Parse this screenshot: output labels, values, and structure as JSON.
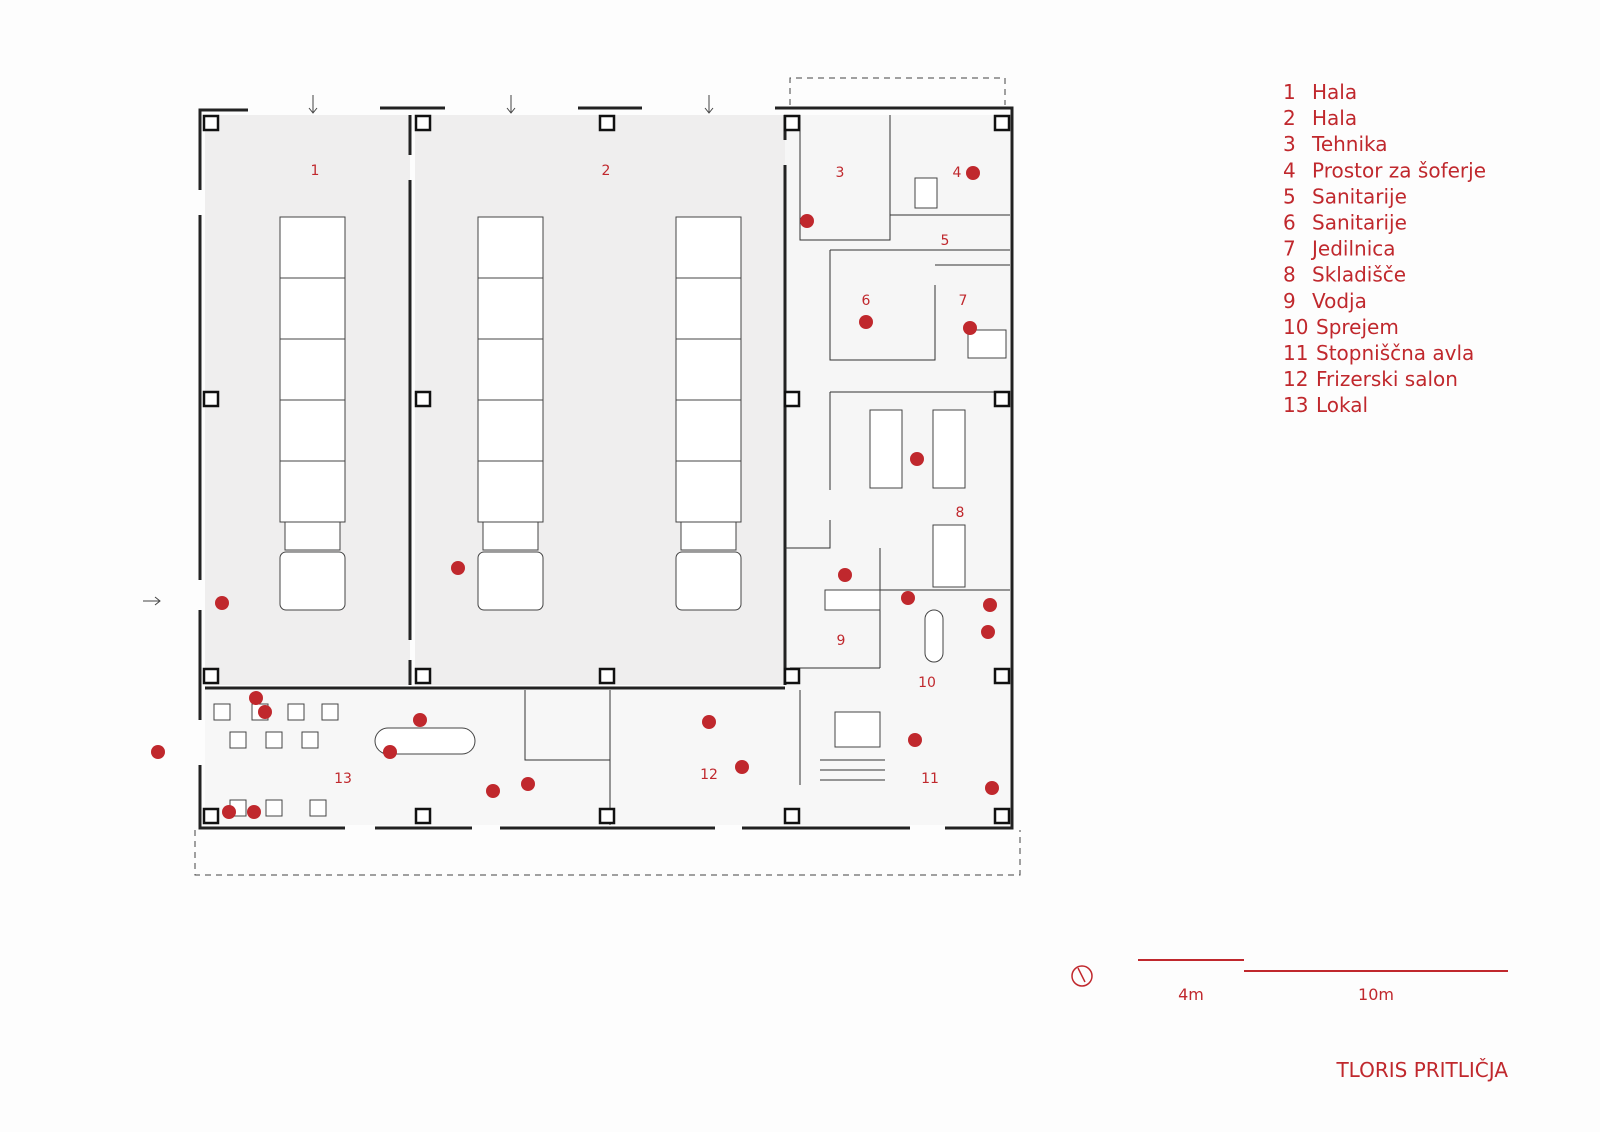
{
  "title": "TLORIS PRITLIČJA",
  "rooms": [
    {
      "num": "1",
      "name": "Hala"
    },
    {
      "num": "2",
      "name": "Hala"
    },
    {
      "num": "3",
      "name": "Tehnika"
    },
    {
      "num": "4",
      "name": "Prostor za šoferje"
    },
    {
      "num": "5",
      "name": "Sanitarije"
    },
    {
      "num": "6",
      "name": "Sanitarije"
    },
    {
      "num": "7",
      "name": "Jedilnica"
    },
    {
      "num": "8",
      "name": "Skladišče"
    },
    {
      "num": "9",
      "name": "Vodja"
    },
    {
      "num": "10",
      "name": "Sprejem"
    },
    {
      "num": "11",
      "name": "Stopniščna avla"
    },
    {
      "num": "12",
      "name": "Frizerski salon"
    },
    {
      "num": "13",
      "name": "Lokal"
    }
  ],
  "scale": {
    "short_label": "4m",
    "long_label": "10m"
  },
  "icons": {
    "north": "north-arrow-icon",
    "person": "person-icon",
    "entry": "entry-arrow-icon"
  },
  "colors": {
    "accent": "#c0282d",
    "hall_fill": "#efeeee",
    "room_fill": "#f6f6f6"
  }
}
